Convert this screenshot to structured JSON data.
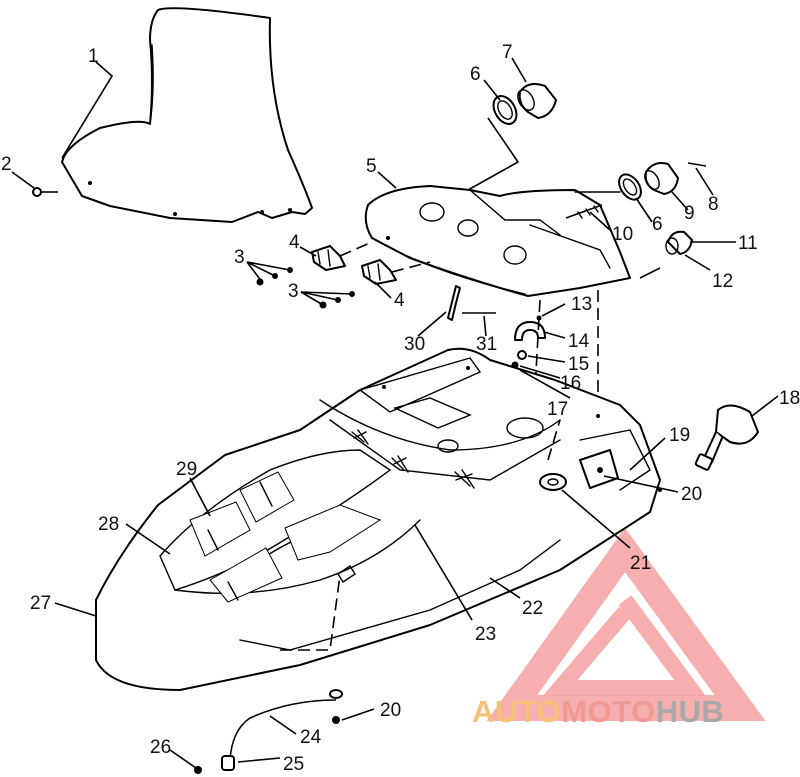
{
  "diagram": {
    "callouts": {
      "c1": "1",
      "c2": "2",
      "c3a": "3",
      "c3b": "3",
      "c4a": "4",
      "c4b": "4",
      "c5": "5",
      "c6a": "6",
      "c6b": "6",
      "c7": "7",
      "c8": "8",
      "c9": "9",
      "c10": "10",
      "c11": "11",
      "c12": "12",
      "c13": "13",
      "c14": "14",
      "c15": "15",
      "c16": "16",
      "c17": "17",
      "c18": "18",
      "c19": "19",
      "c20a": "20",
      "c20b": "20",
      "c21": "21",
      "c22": "22",
      "c23": "23",
      "c24": "24",
      "c25": "25",
      "c26": "26",
      "c27": "27",
      "c28": "28",
      "c29": "29",
      "c30": "30",
      "c31": "31"
    }
  },
  "watermark": {
    "part1": "AUTO",
    "part2": "MOTO",
    "part3": "HUB",
    "colors": {
      "auto": "#f5c07a",
      "moto": "#f09a93",
      "hub": "#a9a9a9",
      "logo": "#f4a0a0"
    }
  }
}
